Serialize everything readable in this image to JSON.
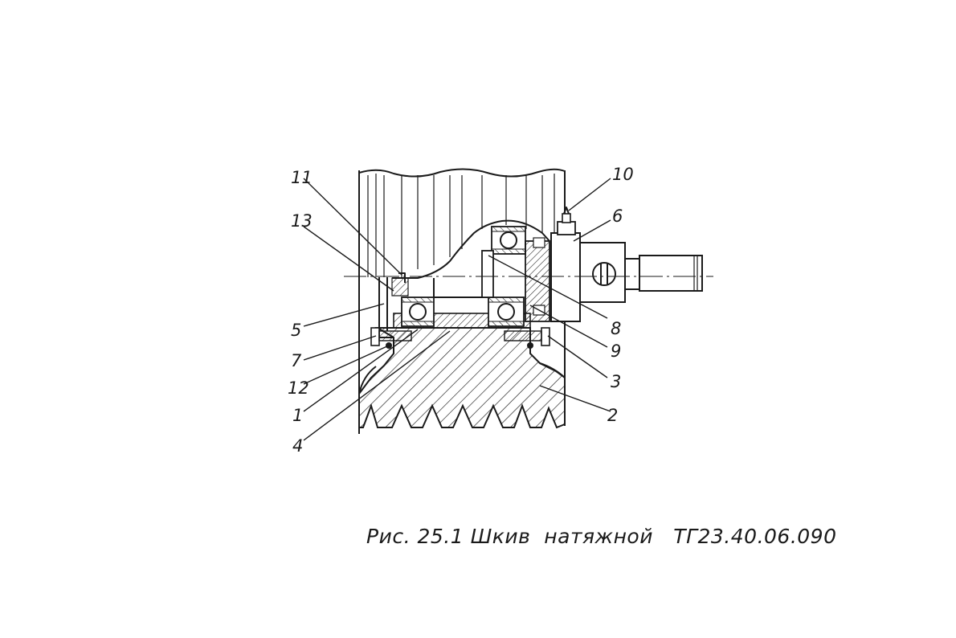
{
  "callouts": [
    {
      "id": "1",
      "label": "1"
    },
    {
      "id": "2",
      "label": "2"
    },
    {
      "id": "3",
      "label": "3"
    },
    {
      "id": "4",
      "label": "4"
    },
    {
      "id": "5",
      "label": "5"
    },
    {
      "id": "6",
      "label": "6"
    },
    {
      "id": "7",
      "label": "7"
    },
    {
      "id": "8",
      "label": "8"
    },
    {
      "id": "9",
      "label": "9"
    },
    {
      "id": "10",
      "label": "10"
    },
    {
      "id": "11",
      "label": "11"
    },
    {
      "id": "12",
      "label": "12"
    },
    {
      "id": "13",
      "label": "13"
    }
  ],
  "caption": "Рис. 25.1 Шкив  натяжной   ТГ23.40.06.090"
}
